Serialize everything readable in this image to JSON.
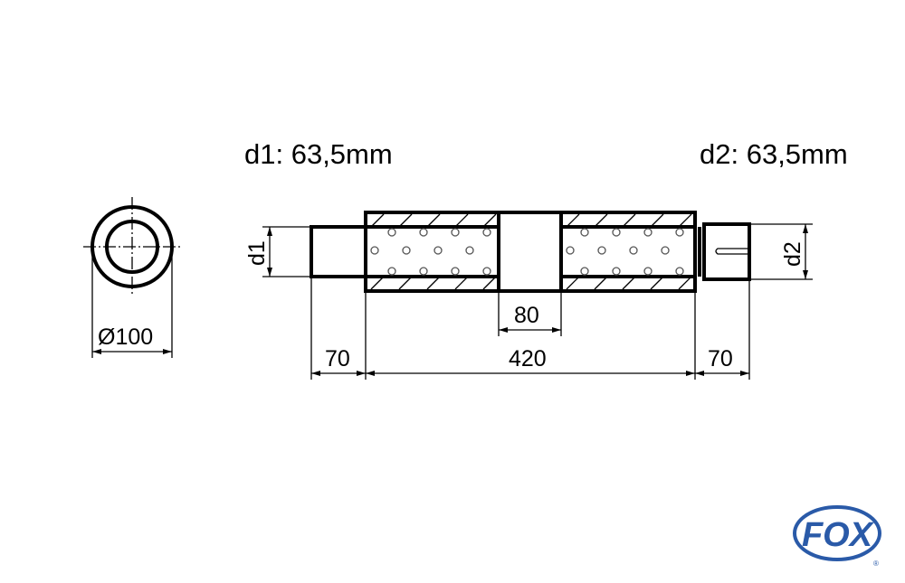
{
  "labels": {
    "d1_title": "d1: 63,5mm",
    "d2_title": "d2: 63,5mm",
    "d1": "d1",
    "d2": "d2",
    "diameter": "Ø100",
    "center_gap": "80",
    "inlet_length": "70",
    "body_length": "420",
    "outlet_length": "70"
  },
  "logo": {
    "text": "FOX",
    "color": "#2a5aa8",
    "registered": "®"
  }
}
